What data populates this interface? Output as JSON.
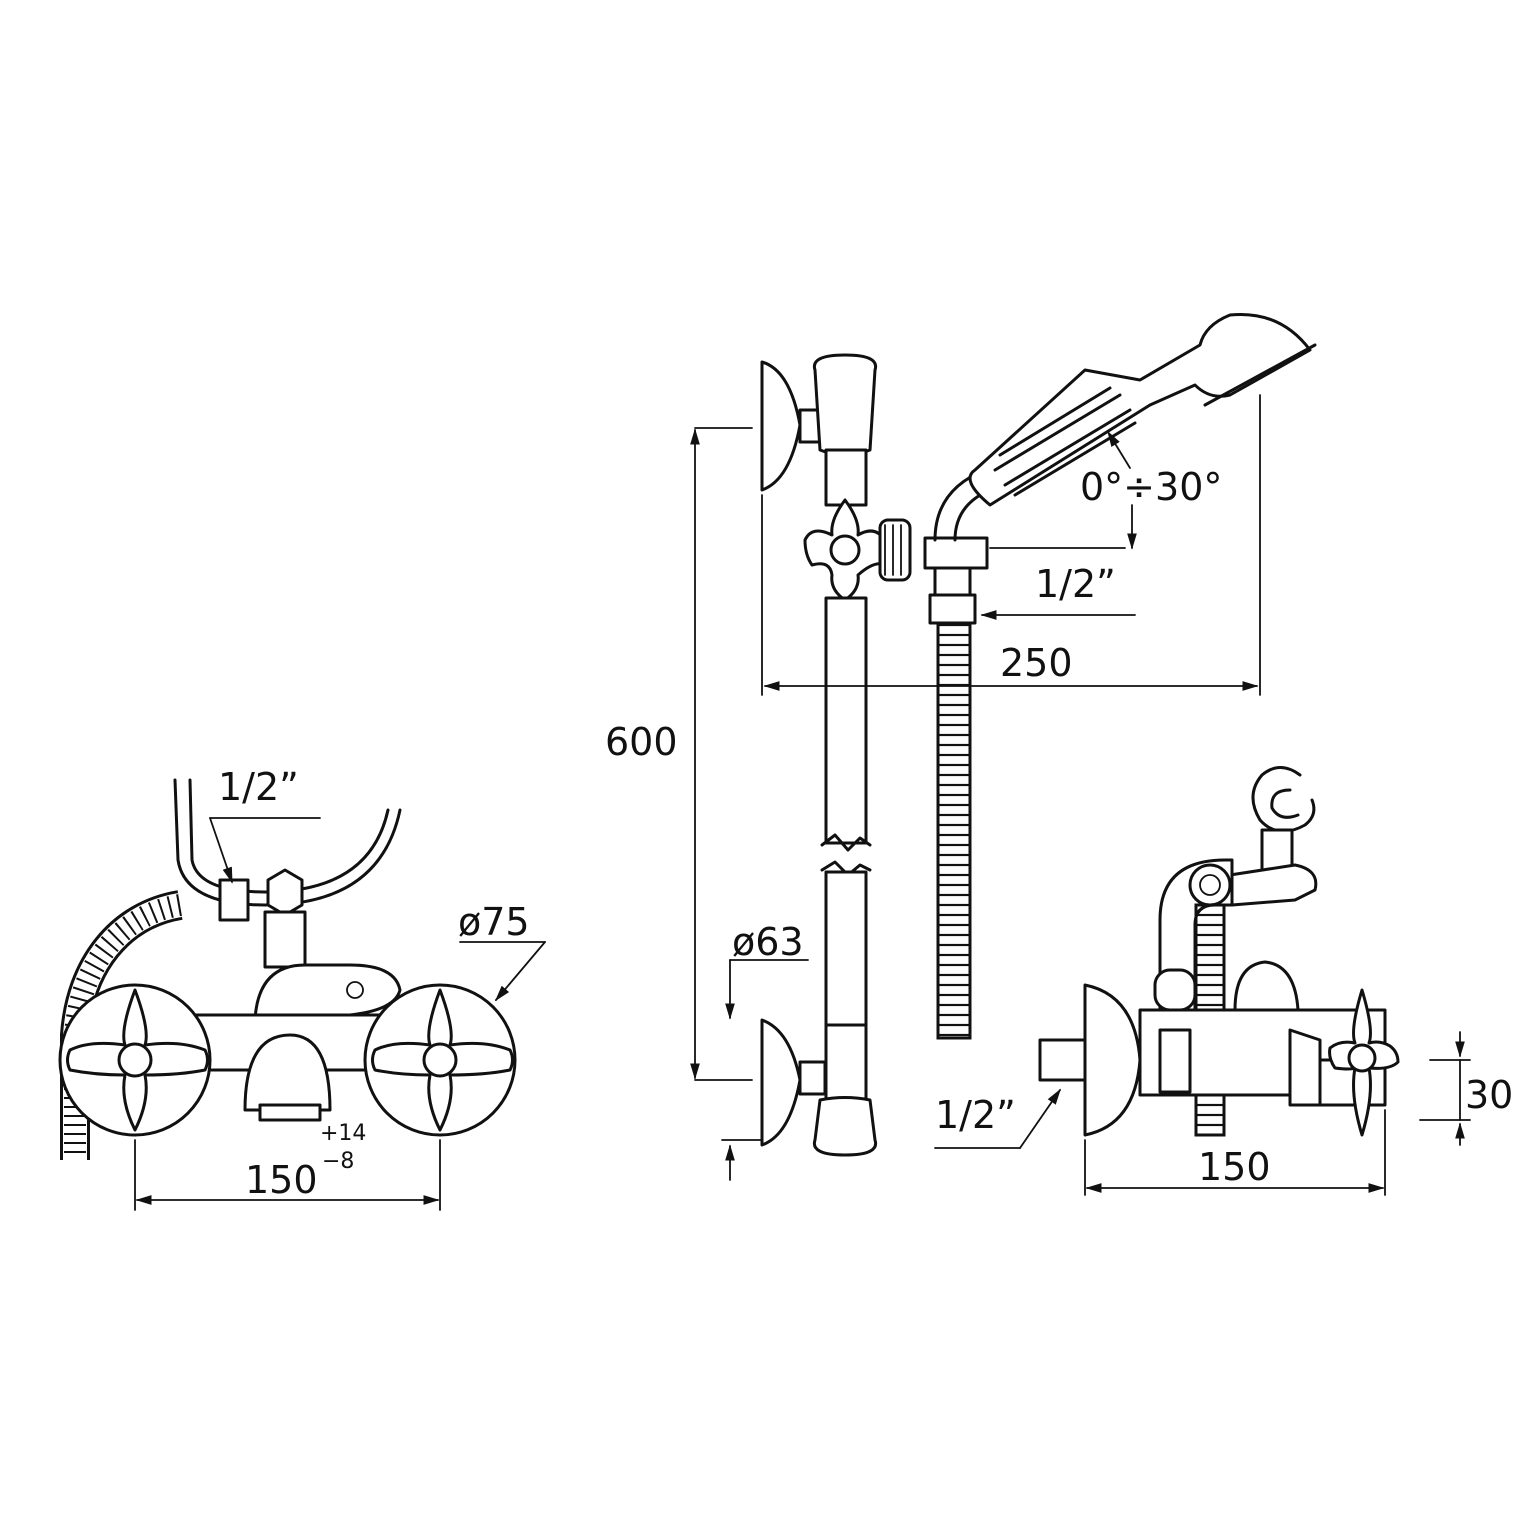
{
  "dimensions": {
    "left_pipe_thread": "1/2”",
    "left_rosette_diameter": "ø75",
    "left_center_distance": "150",
    "left_tolerance_plus": "+14",
    "left_tolerance_minus": "−8",
    "rail_height": "600",
    "rail_rosette_diameter": "ø63",
    "shower_width": "250",
    "swivel_angle": "0°÷30°",
    "hose_thread": "1/2”",
    "right_inlet_thread": "1/2”",
    "right_center_distance": "150",
    "right_offset": "30"
  }
}
